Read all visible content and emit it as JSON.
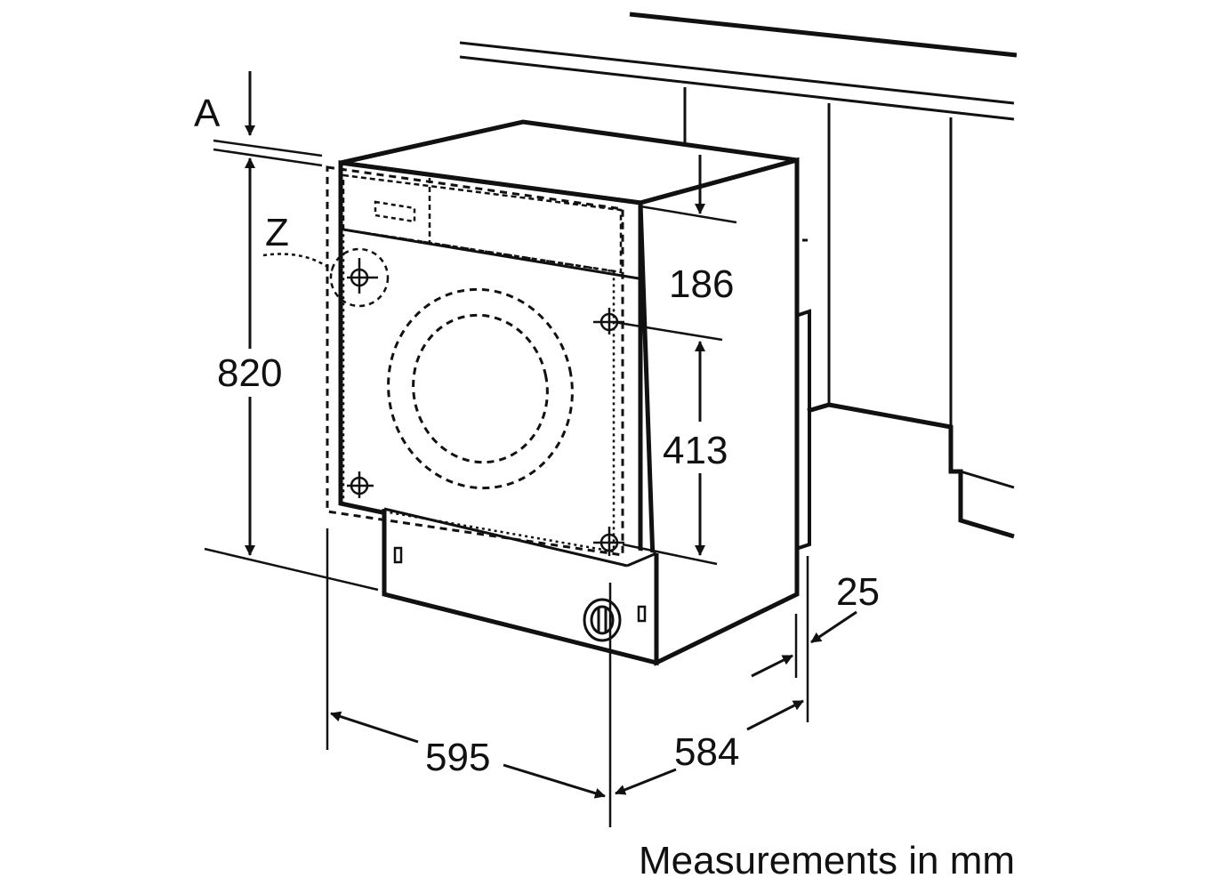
{
  "diagram": {
    "caption": "Measurements in mm",
    "colors": {
      "ink": "#111111",
      "background": "#ffffff"
    },
    "labels": {
      "gap_marker": "A",
      "mount_detail_marker": "Z"
    },
    "dimensions": {
      "height": "820",
      "top_panel_height": "186",
      "hinge_spacing": "413",
      "width": "595",
      "depth": "584",
      "door_offset": "25"
    },
    "icons": [
      "double-arrow-icon",
      "crosshair-icon",
      "door-porthole-icon",
      "filter-cap-icon"
    ]
  }
}
